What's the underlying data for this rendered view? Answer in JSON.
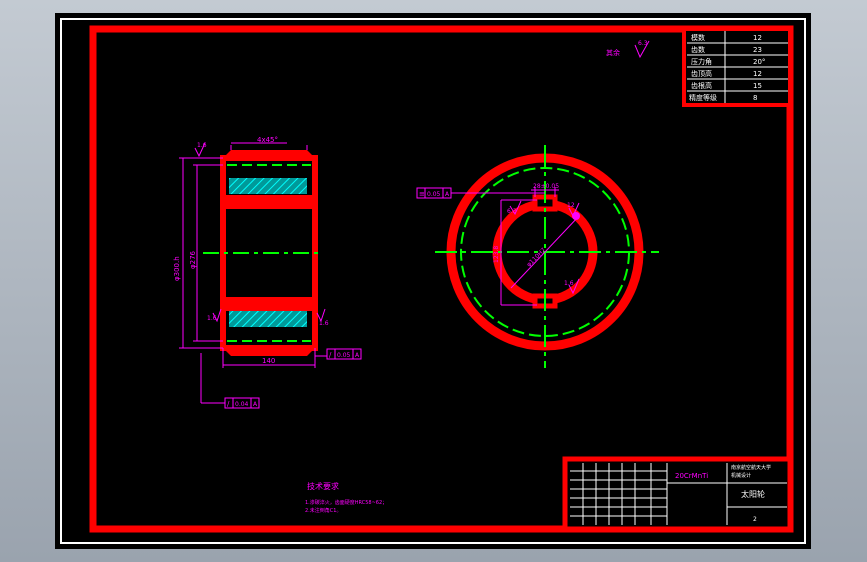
{
  "drawing": {
    "roughness_label": "其余",
    "roughness_value": "6.3",
    "material": "20CrMnTi",
    "part_name": "太阳轮",
    "scale_text": "2",
    "note_title": "技术要求",
    "note_line1": "1.渗碳淬火，齿面硬度HRC58~62；",
    "note_line2": "2.未注倒角C1。"
  },
  "params": [
    {
      "name": "模数",
      "value": "12"
    },
    {
      "name": "齿数",
      "value": "23"
    },
    {
      "name": "压力角",
      "value": "20°"
    },
    {
      "name": "齿顶高",
      "value": "12"
    },
    {
      "name": "齿根高",
      "value": "15"
    },
    {
      "name": "精度等级",
      "value": "8"
    }
  ],
  "dims": {
    "chamfer": "4x45°",
    "outer_dia": "φ300.h",
    "root_dia": "φ276",
    "width": "140",
    "runout1": "0.05",
    "runout1_datum": "A",
    "runout2": "0.04",
    "runout2_datum": "A",
    "sym": "0.05",
    "sym_datum": "A",
    "keyway_width": "28±0.05",
    "keyway_depth": "123.8",
    "bore_dia": "φ110H7",
    "rough_left_top": "1.6",
    "rough_left_mid": "1.6",
    "rough_right_mid": "1.6",
    "rough_key": "6.3",
    "rough_key2": "12",
    "rough_bore": "1.6"
  },
  "title_block": {
    "note_a": "南京航空航天大学",
    "note_b": "机械设计"
  },
  "colors": {
    "frame": "#ff0000",
    "centerline": "#00ff00",
    "dimension": "#ff00ff",
    "hatch": "#00cccc",
    "text": "#ffffff"
  }
}
